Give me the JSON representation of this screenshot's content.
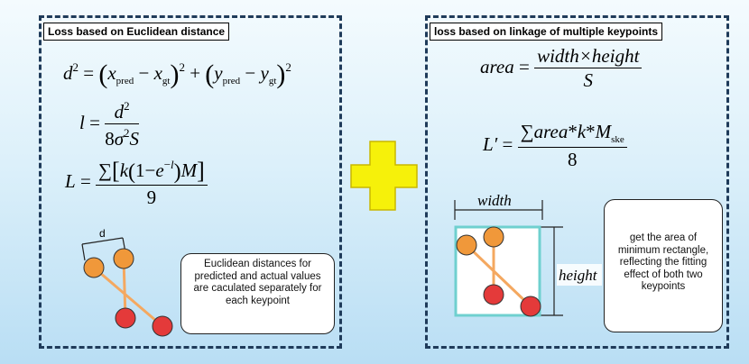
{
  "left_panel": {
    "title": "Loss based on Euclidean distance",
    "distance_label": "d",
    "callout": "Euclidean distances for predicted and actual values are caculated separately for each keypoint"
  },
  "right_panel": {
    "title": "loss based on linkage of multiple keypoints",
    "width_label": "width",
    "height_label": "height",
    "callout": "get the area of minimum rectangle, reflecting the fitting effect of both two keypoints"
  },
  "formulas": {
    "f1_lhs": "d",
    "f1_pred": "pred",
    "f1_gt": "gt",
    "f2_lhs": "l",
    "f2_den": "S",
    "f3_lhs": "L",
    "f3_den": "9",
    "f4_lhs": "area",
    "f4_num": "width×height",
    "f4_den": "S",
    "f5_lhs": "L′",
    "f5_den": "8",
    "f5_sub": "ske"
  },
  "colors": {
    "keypoint_orange": "#f0983a",
    "keypoint_red": "#e43a3a",
    "link_line": "#f4a860",
    "plus_sign": "#f6f10a",
    "rectangle": "#6fd0cf"
  }
}
